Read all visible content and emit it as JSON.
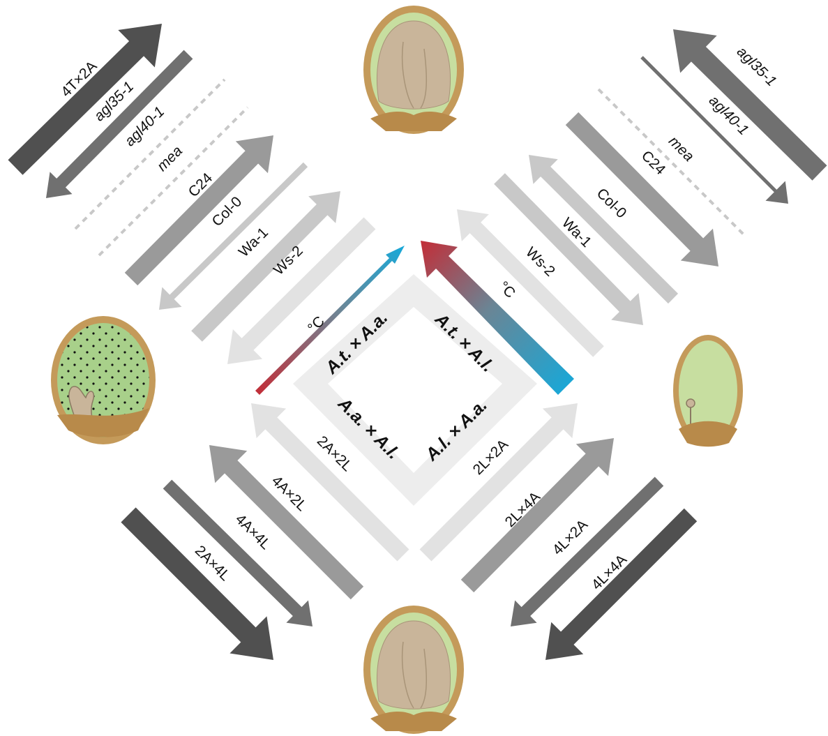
{
  "center": {
    "top_left": "A.t. × A.a.",
    "top_right": "A.t. × A.l.",
    "bottom_left": "A.a. × A.l.",
    "bottom_right": "A.l. × A.a."
  },
  "temperature_label": "°C",
  "labels": {
    "tl": [
      "4T×2A",
      "agl35-1",
      "agl40-1",
      "mea",
      "C24",
      "Col-0",
      "Wa-1",
      "Ws-2"
    ],
    "tr": [
      "agl35-1",
      "agl40-1",
      "mea",
      "C24",
      "Col-0",
      "Wa-1",
      "Ws-2"
    ],
    "bl": [
      "2A×2L",
      "4A×2L",
      "4A×4L",
      "2A×4L"
    ],
    "br": [
      "2L×2A",
      "2L×4A",
      "4L×2A",
      "4L×4A"
    ]
  },
  "colors": {
    "dark": "#505050",
    "medium_dark": "#707070",
    "medium": "#9a9a9a",
    "light": "#c8c8c8",
    "lighter": "#e2e2e2",
    "seed_coat": "#c49a5a",
    "endosperm": "#c7dea0",
    "embryo": "#c9b59a",
    "warm": "#c0303a",
    "cold": "#18a8d8"
  }
}
